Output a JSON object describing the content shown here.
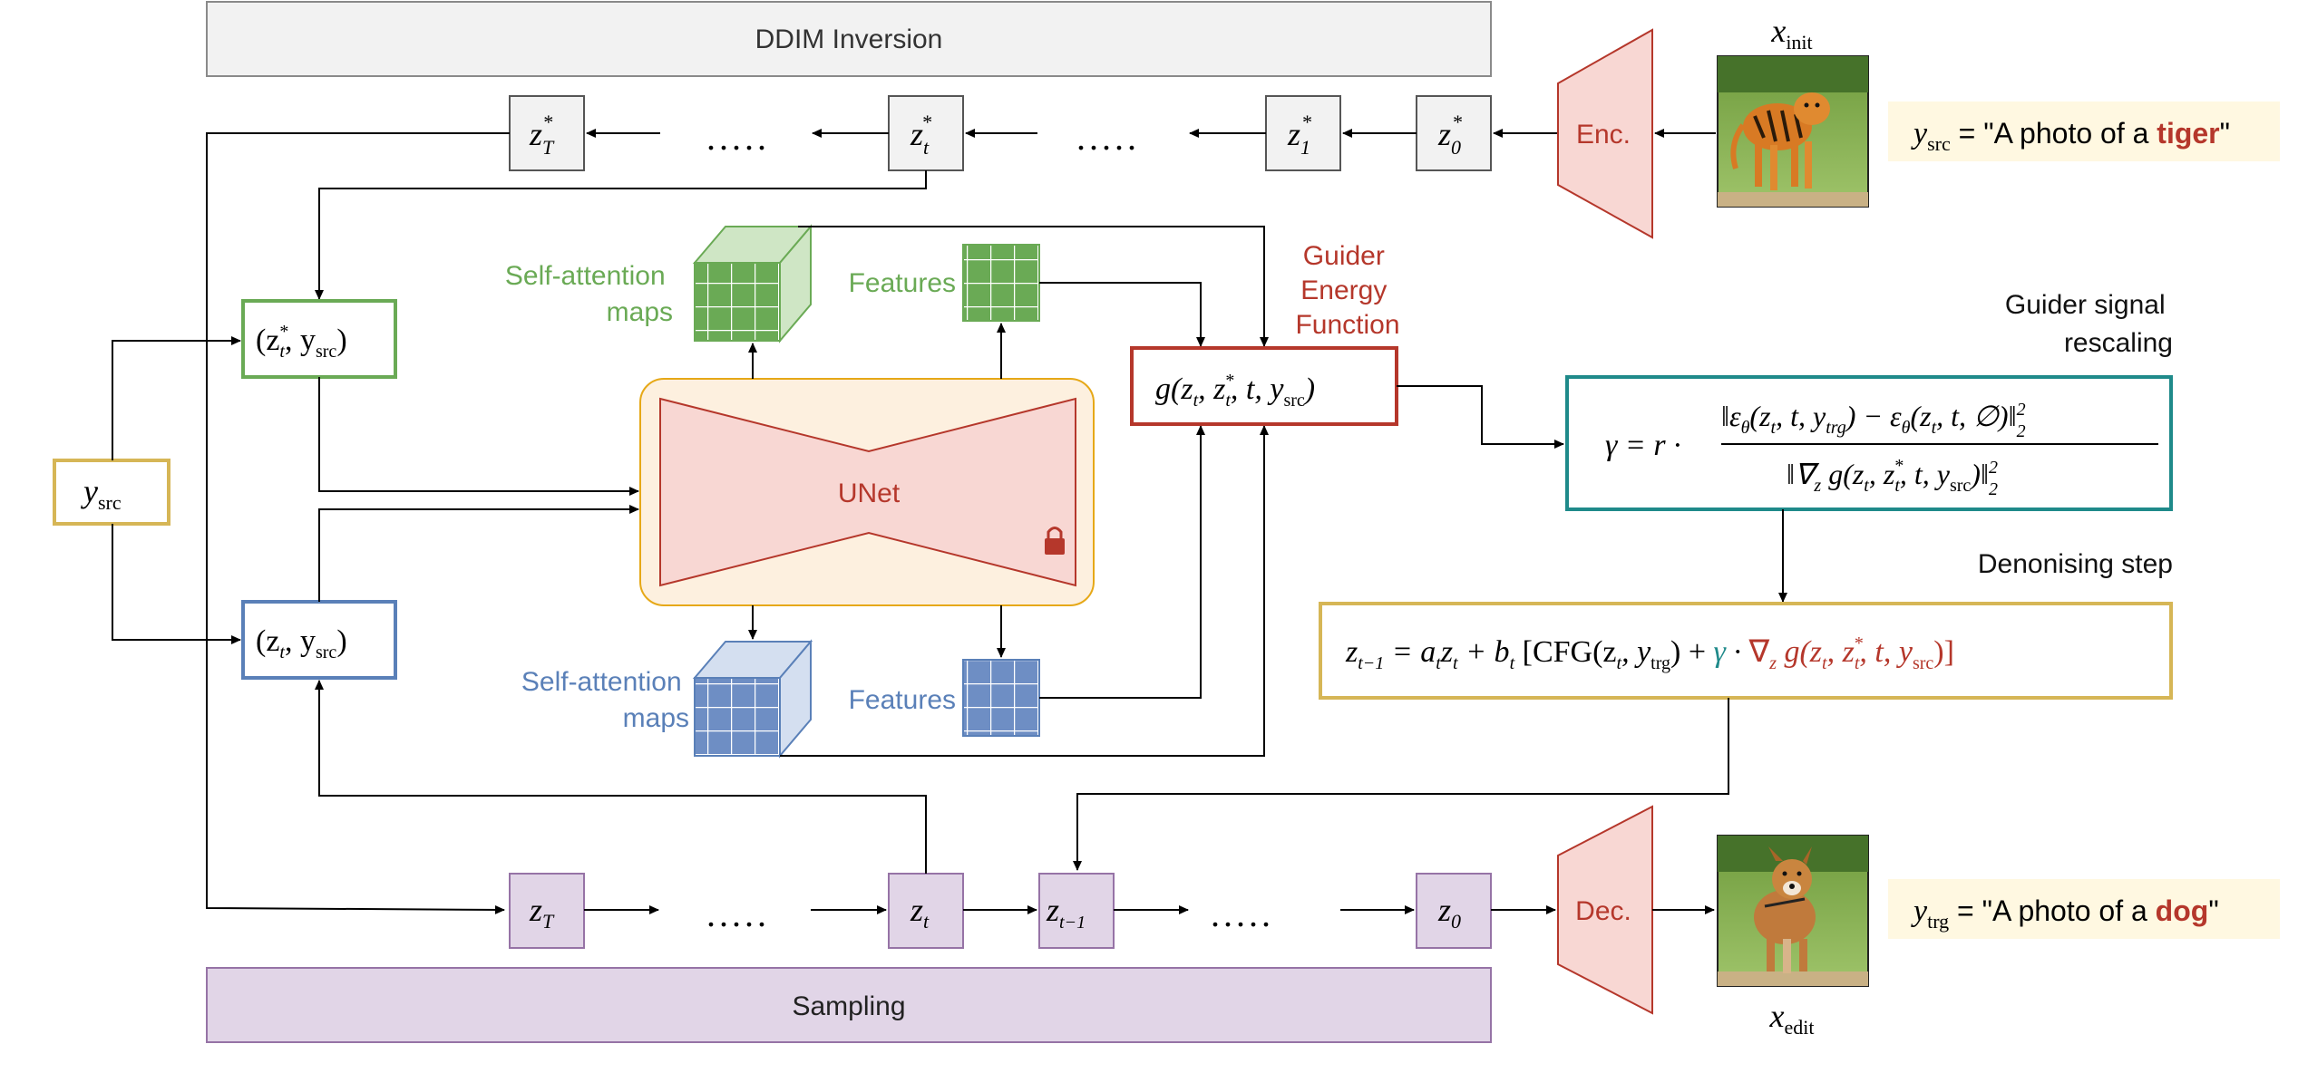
{
  "banners": {
    "inversion": "DDIM Inversion",
    "sampling": "Sampling"
  },
  "images": {
    "init_label": "x",
    "init_sub": "init",
    "edit_label": "x",
    "edit_sub": "edit",
    "init_subject": "tiger",
    "edit_subject": "dog"
  },
  "prompts": {
    "src_var": "y",
    "src_sub": "src",
    "src_eq": " = \"A photo of a ",
    "src_word": "tiger",
    "trg_var": "y",
    "trg_sub": "trg",
    "trg_eq": " = \"A photo of a ",
    "trg_word": "dog",
    "quote": "\"",
    "word_color": "#b5372b"
  },
  "encoder": {
    "enc": "Enc.",
    "dec": "Dec."
  },
  "inversion_latents": {
    "z0": "z",
    "z0_sub": "0",
    "z1": "z",
    "z1_sub": "1",
    "zt": "z",
    "zt_sub": "t",
    "zT": "z",
    "zT_sub": "T",
    "star": "*",
    "dots": "....."
  },
  "sampling_latents": {
    "zT": "z",
    "zT_sub": "T",
    "zt": "z",
    "zt_sub": "t",
    "zt1": "z",
    "zt1_sub": "t−1",
    "z0": "z",
    "z0_sub": "0",
    "dots": "....."
  },
  "conditioning": {
    "ysrc": "y",
    "ysrc_sub": "src",
    "upper_pair": "(z",
    "upper_pair_rest": ", y",
    "lower_pair": "(z",
    "lower_pair_rest": ", y",
    "close": ")"
  },
  "unet": {
    "label": "UNet",
    "lock_icon": "lock-icon"
  },
  "attention": {
    "self_attn_top": [
      "Self-attention",
      "maps"
    ],
    "features_top": "Features",
    "self_attn_bottom": [
      "Self-attention",
      "maps"
    ],
    "features_bottom": "Features"
  },
  "guider": {
    "title": [
      "Guider",
      "Energy",
      "Function"
    ],
    "func": "g(z",
    "func_args": ", z",
    "func_rest": ", t, y",
    "close": ")"
  },
  "rescaling": {
    "title": [
      "Guider signal",
      "rescaling"
    ],
    "lhs": "γ = r ·",
    "numerator": "‖ε",
    "numerator_sub": "θ",
    "numerator_rest_1": "(z",
    "numerator_rest_2": ", t, y",
    "numerator_rest_3": ") − ε",
    "numerator_rest_4": "(z",
    "numerator_rest_5": ", t, ∅)‖",
    "denominator_1": "‖∇",
    "denominator_2": " g(z",
    "denominator_3": ", z",
    "denominator_4": ", t, y",
    "denominator_5": ")‖",
    "sup": "2",
    "sub2": "2",
    "trg_sub": "trg",
    "box_color": "#1f8a8a"
  },
  "denoising": {
    "title": "Denonising step",
    "lhs": "z",
    "lhs_sub": "t−1",
    "eq": " = a",
    "mid": "z",
    "plus_b": " + b",
    "cfg": " [CFG(z",
    "cfg_rest": ", y",
    "cfg_close": ") + ",
    "gamma": "γ",
    "dot": " · ",
    "grad": "∇",
    "grad_rest": " g(z",
    "grad_args": ", z",
    "grad_tail": ", t, y",
    "grad_close": ")]",
    "gamma_color": "#1f8a8a",
    "grad_color": "#b5372b"
  },
  "colors": {
    "green": "#6aaa55",
    "blue": "#5a80b8",
    "purple": "#e1d5e7",
    "purple_border": "#9673a6",
    "gold": "#d6b656",
    "red": "#b5372b",
    "teal": "#1f8a8a",
    "pink": "#f8d7d3"
  }
}
